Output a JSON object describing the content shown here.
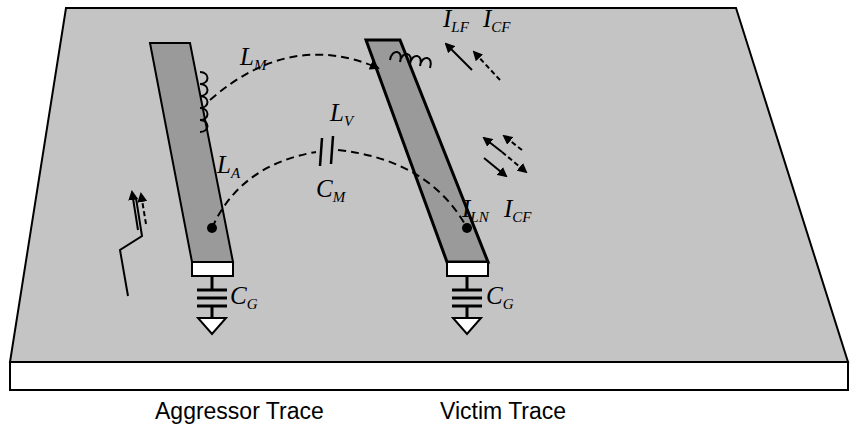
{
  "diagram": {
    "labels": [
      "LM",
      "ILF",
      "ICF",
      "LA",
      "LV",
      "CM",
      "ILN",
      "ICF",
      "CG",
      "CG",
      "Aggressor Trace",
      "Victim Trace"
    ]
  }
}
